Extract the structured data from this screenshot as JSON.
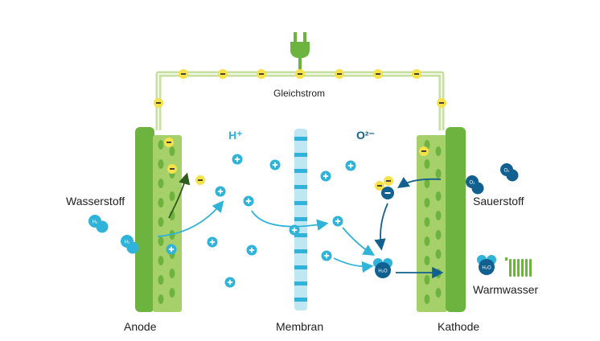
{
  "labels": {
    "current": "Gleichstrom",
    "hydrogen": "Wasserstoff",
    "oxygen": "Sauerstoff",
    "warm_water": "Warmwasser",
    "anode": "Anode",
    "membrane": "Membran",
    "cathode": "Kathode",
    "h_plus": "H⁺",
    "o2_minus": "O²⁻"
  },
  "molecules": {
    "h2": "H₂",
    "o2": "O₂",
    "h2o": "H₂O"
  },
  "icons": {
    "plug": "plug-icon",
    "heater": "radiator-icon"
  },
  "colors": {
    "electrode_dark": "#6db33f",
    "electrode_light": "#a6d06a",
    "wire": "#c7df9f",
    "electron": "#f5e14a",
    "proton": "#2fb3d9",
    "oxygen_ion": "#12608f",
    "membrane": "#bfe6f3"
  }
}
